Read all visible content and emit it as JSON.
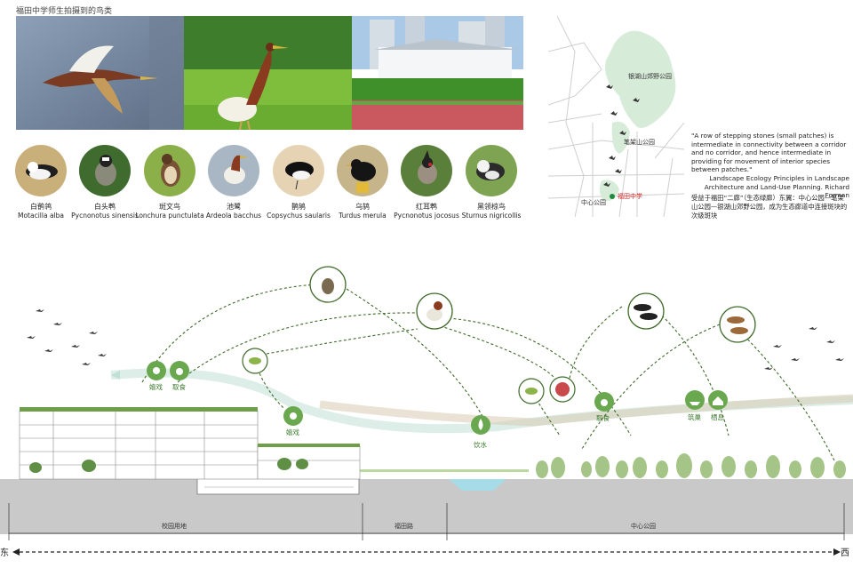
{
  "header": {
    "title": "福田中学师生拍摄到的鸟类"
  },
  "birds": [
    {
      "cn": "白鹡鸰",
      "latin": "Motacilla alba",
      "bg": "#c9b07a"
    },
    {
      "cn": "白头鹎",
      "latin": "Pycnonotus sinensis",
      "bg": "#3f6b2e"
    },
    {
      "cn": "斑文鸟",
      "latin": "Lonchura punctulata",
      "bg": "#8bb04a"
    },
    {
      "cn": "池鹭",
      "latin": "Ardeola bacchus",
      "bg": "#a9b6c4"
    },
    {
      "cn": "鹊鸲",
      "latin": "Copsychus saularis",
      "bg": "#e6d3b3"
    },
    {
      "cn": "乌鸫",
      "latin": "Turdus merula",
      "bg": "#c6b48a"
    },
    {
      "cn": "红耳鹎",
      "latin": "Pycnonotus jocosus",
      "bg": "#5a7f3a"
    },
    {
      "cn": "黑领椋鸟",
      "latin": "Sturnus nigricollis",
      "bg": "#7ea352"
    }
  ],
  "map": {
    "labels": {
      "forest_park": "银湖山郊野公园",
      "bijia": "笔架山公园",
      "school": "福田中学",
      "central": "中心公园"
    }
  },
  "quote": {
    "text": "\"A row of stepping stones (small patches) is intermediate in connectivity between a corridor and no corridor, and hence intermediate in providing for movement of interior species between patches.\"",
    "source": "Landscape Ecology Principles in Landscape Architecture and Land-Use Planning. Richard Forman"
  },
  "note": "受益于福田“二廊”（生态绿廊）东翼：中心公园—笔架山公园—银湖山郊野公园，成为生态廊道中连接斑块的次级斑块",
  "diagram": {
    "activities": {
      "play": "嬉戏",
      "forage1": "取食",
      "play2": "嬉戏",
      "drink": "饮水",
      "forage2": "取食",
      "nest": "筑巢",
      "roost": "栖息"
    }
  },
  "dimensions": {
    "campus": "校园用地",
    "road": "福田路",
    "park": "中心公园"
  },
  "directions": {
    "east": "东",
    "west": "西"
  },
  "colors": {
    "accent_green": "#3a7a2c",
    "dashed_line": "#3f6b2a",
    "ground": "#c9c9c9",
    "water": "#a6dbe8"
  }
}
